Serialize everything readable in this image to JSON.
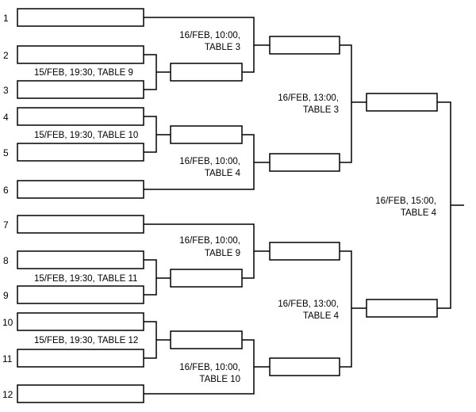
{
  "seeds": [
    "1",
    "2",
    "3",
    "4",
    "5",
    "6",
    "7",
    "8",
    "9",
    "10",
    "11",
    "12"
  ],
  "first_round": [
    {
      "label": "15/FEB, 19:30, TABLE 9"
    },
    {
      "label": "15/FEB, 19:30, TABLE 10"
    },
    {
      "label": "15/FEB, 19:30, TABLE 11"
    },
    {
      "label": "15/FEB, 19:30, TABLE 12"
    }
  ],
  "second_round": [
    {
      "date": "16/FEB, 10:00,",
      "table": "TABLE 3"
    },
    {
      "date": "16/FEB, 10:00,",
      "table": "TABLE 4"
    },
    {
      "date": "16/FEB, 10:00,",
      "table": "TABLE 9"
    },
    {
      "date": "16/FEB, 10:00,",
      "table": "TABLE 10"
    }
  ],
  "semi_finals": [
    {
      "date": "16/FEB, 13:00,",
      "table": "TABLE 3"
    },
    {
      "date": "16/FEB, 13:00,",
      "table": "TABLE 4"
    }
  ],
  "final": {
    "date": "16/FEB, 15:00,",
    "table": "TABLE 4"
  }
}
